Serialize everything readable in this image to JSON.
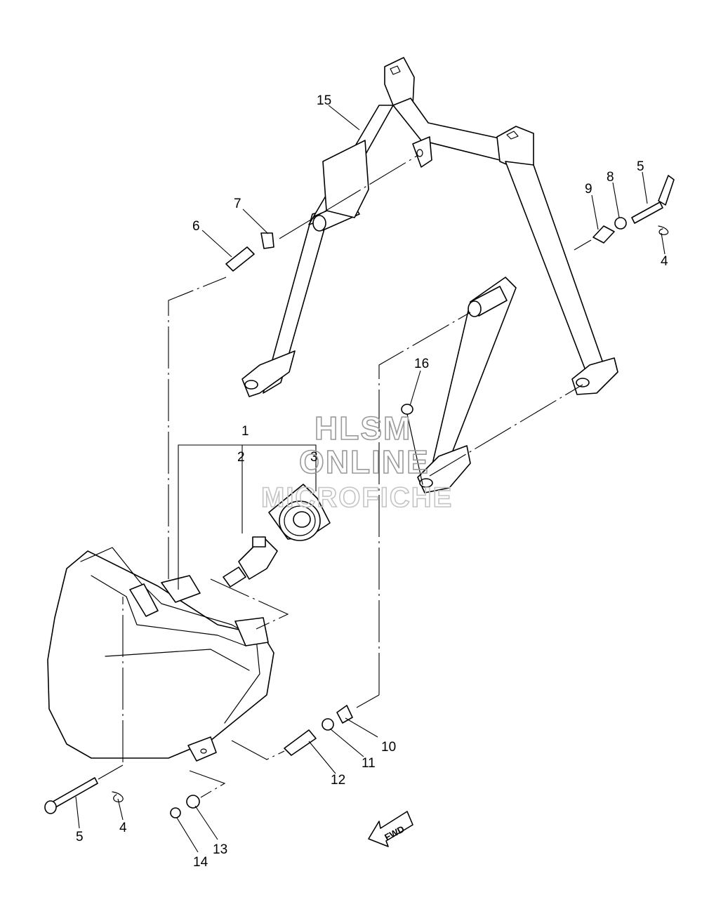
{
  "callouts": [
    {
      "id": "1",
      "text": "1"
    },
    {
      "id": "2",
      "text": "2"
    },
    {
      "id": "3",
      "text": "3"
    },
    {
      "id": "4a",
      "text": "4"
    },
    {
      "id": "4b",
      "text": "4"
    },
    {
      "id": "5a",
      "text": "5"
    },
    {
      "id": "5b",
      "text": "5"
    },
    {
      "id": "6",
      "text": "6"
    },
    {
      "id": "7",
      "text": "7"
    },
    {
      "id": "8",
      "text": "8"
    },
    {
      "id": "9",
      "text": "9"
    },
    {
      "id": "10",
      "text": "10"
    },
    {
      "id": "11",
      "text": "11"
    },
    {
      "id": "12",
      "text": "12"
    },
    {
      "id": "13",
      "text": "13"
    },
    {
      "id": "14",
      "text": "14"
    },
    {
      "id": "15",
      "text": "15"
    },
    {
      "id": "16",
      "text": "16"
    }
  ],
  "watermark": {
    "line1": "HLSM",
    "line2": "ONLINE",
    "line3": "MICROFICHE"
  },
  "direction_arrow": {
    "label": "FWD"
  }
}
